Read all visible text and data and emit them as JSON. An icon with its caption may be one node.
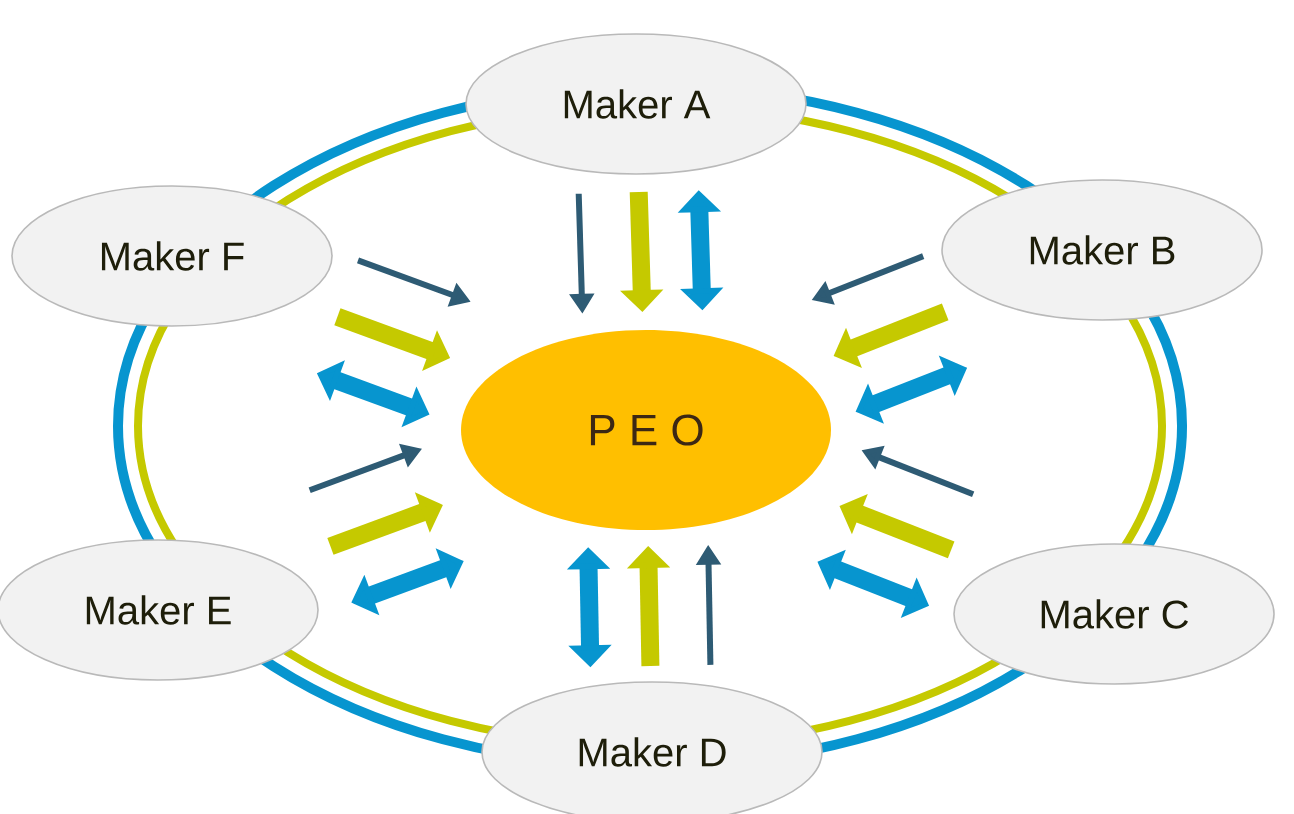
{
  "diagram": {
    "nodes": [
      {
        "text": [
          "Maker A"
        ]
      },
      {
        "text": [
          "Maker F"
        ]
      },
      {
        "text": [
          "Maker B"
        ]
      },
      {
        "text": [
          "P E O"
        ]
      },
      {
        "text": [
          "Maker E"
        ]
      },
      {
        "text": [
          "Maker C"
        ]
      },
      {
        "text": [
          "Maker D"
        ]
      }
    ],
    "edges": [
      {
        "from": 0,
        "to": 3,
        "arrow": "to",
        "color": "#2e5b74"
      },
      {
        "from": 0,
        "to": 3,
        "arrow": "to",
        "color": "#c5c900"
      },
      {
        "from": 0,
        "to": 3,
        "arrow": "both",
        "color": "#0795cf"
      },
      {
        "from": 1,
        "to": 3,
        "arrow": "to",
        "color": "#2e5b74"
      },
      {
        "from": 1,
        "to": 3,
        "arrow": "to",
        "color": "#c5c900"
      },
      {
        "from": 1,
        "to": 3,
        "arrow": "both",
        "color": "#0795cf"
      },
      {
        "from": 2,
        "to": 3,
        "arrow": "to",
        "color": "#2e5b74"
      },
      {
        "from": 2,
        "to": 3,
        "arrow": "to",
        "color": "#c5c900"
      },
      {
        "from": 2,
        "to": 3,
        "arrow": "both",
        "color": "#0795cf"
      },
      {
        "from": 4,
        "to": 3,
        "arrow": "to",
        "color": "#2e5b74"
      },
      {
        "from": 4,
        "to": 3,
        "arrow": "to",
        "color": "#c5c900"
      },
      {
        "from": 4,
        "to": 3,
        "arrow": "both",
        "color": "#0795cf"
      },
      {
        "from": 5,
        "to": 3,
        "arrow": "to",
        "color": "#2e5b74"
      },
      {
        "from": 5,
        "to": 3,
        "arrow": "to",
        "color": "#c5c900"
      },
      {
        "from": 5,
        "to": 3,
        "arrow": "both",
        "color": "#0795cf"
      },
      {
        "from": 6,
        "to": 3,
        "arrow": "to",
        "color": "#2e5b74"
      },
      {
        "from": 6,
        "to": 3,
        "arrow": "to",
        "color": "#c5c900"
      },
      {
        "from": 6,
        "to": 3,
        "arrow": "both",
        "color": "#0795cf"
      }
    ]
  }
}
